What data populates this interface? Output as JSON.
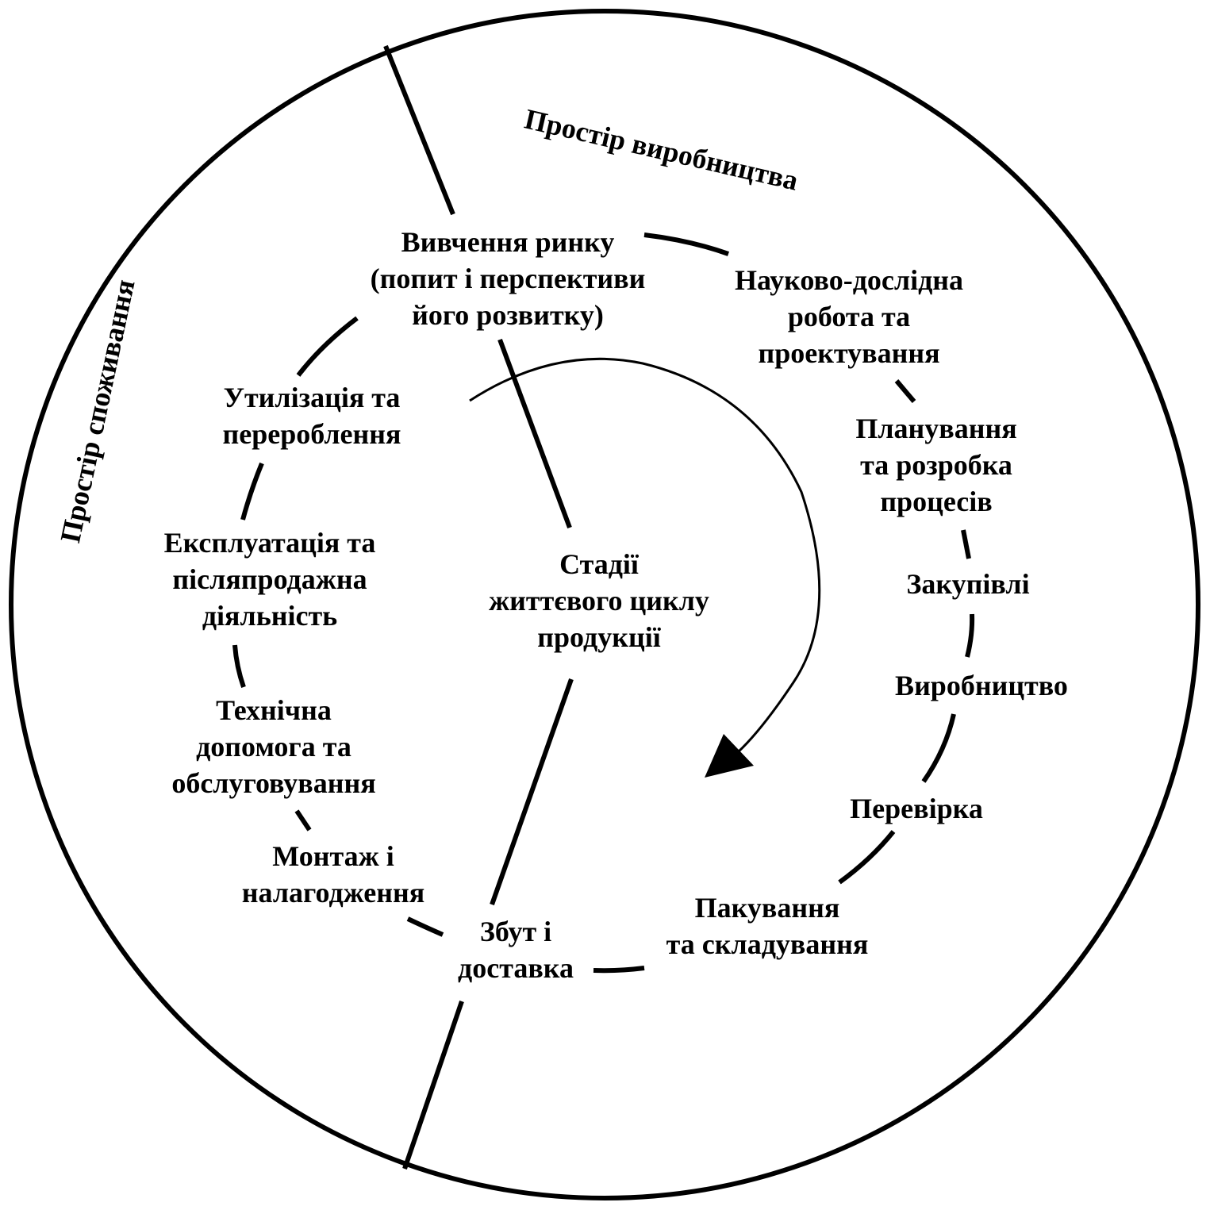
{
  "spaces": {
    "production": "Простір виробництва",
    "consumption": "Простір споживання"
  },
  "center": {
    "lines": [
      "Стадії",
      "життєвого циклу",
      "продукції"
    ]
  },
  "stages": [
    {
      "id": "market-research",
      "lines": [
        "Вивчення ринку",
        "(попит і перспективи",
        "його розвитку)"
      ]
    },
    {
      "id": "rnd-design",
      "lines": [
        "Науково-дослідна",
        "робота та",
        "проектування"
      ]
    },
    {
      "id": "process-planning",
      "lines": [
        "Планування",
        "та розробка",
        "процесів"
      ]
    },
    {
      "id": "procurement",
      "lines": [
        "Закупівлі"
      ]
    },
    {
      "id": "production",
      "lines": [
        "Виробництво"
      ]
    },
    {
      "id": "inspection",
      "lines": [
        "Перевірка"
      ]
    },
    {
      "id": "packaging-storage",
      "lines": [
        "Пакування",
        "та складування"
      ]
    },
    {
      "id": "sales-delivery",
      "lines": [
        "Збут і",
        "доставка"
      ]
    },
    {
      "id": "installation",
      "lines": [
        "Монтаж і",
        "налагодження"
      ]
    },
    {
      "id": "technical-support",
      "lines": [
        "Технічна",
        "допомога та",
        "обслуговування"
      ]
    },
    {
      "id": "operation-aftersales",
      "lines": [
        "Експлуатація та",
        "післяпродажна",
        "діяльність"
      ]
    },
    {
      "id": "disposal-recycling",
      "lines": [
        "Утилізація та",
        "перероблення"
      ]
    }
  ],
  "colors": {
    "ink": "#000000",
    "background": "#ffffff"
  }
}
